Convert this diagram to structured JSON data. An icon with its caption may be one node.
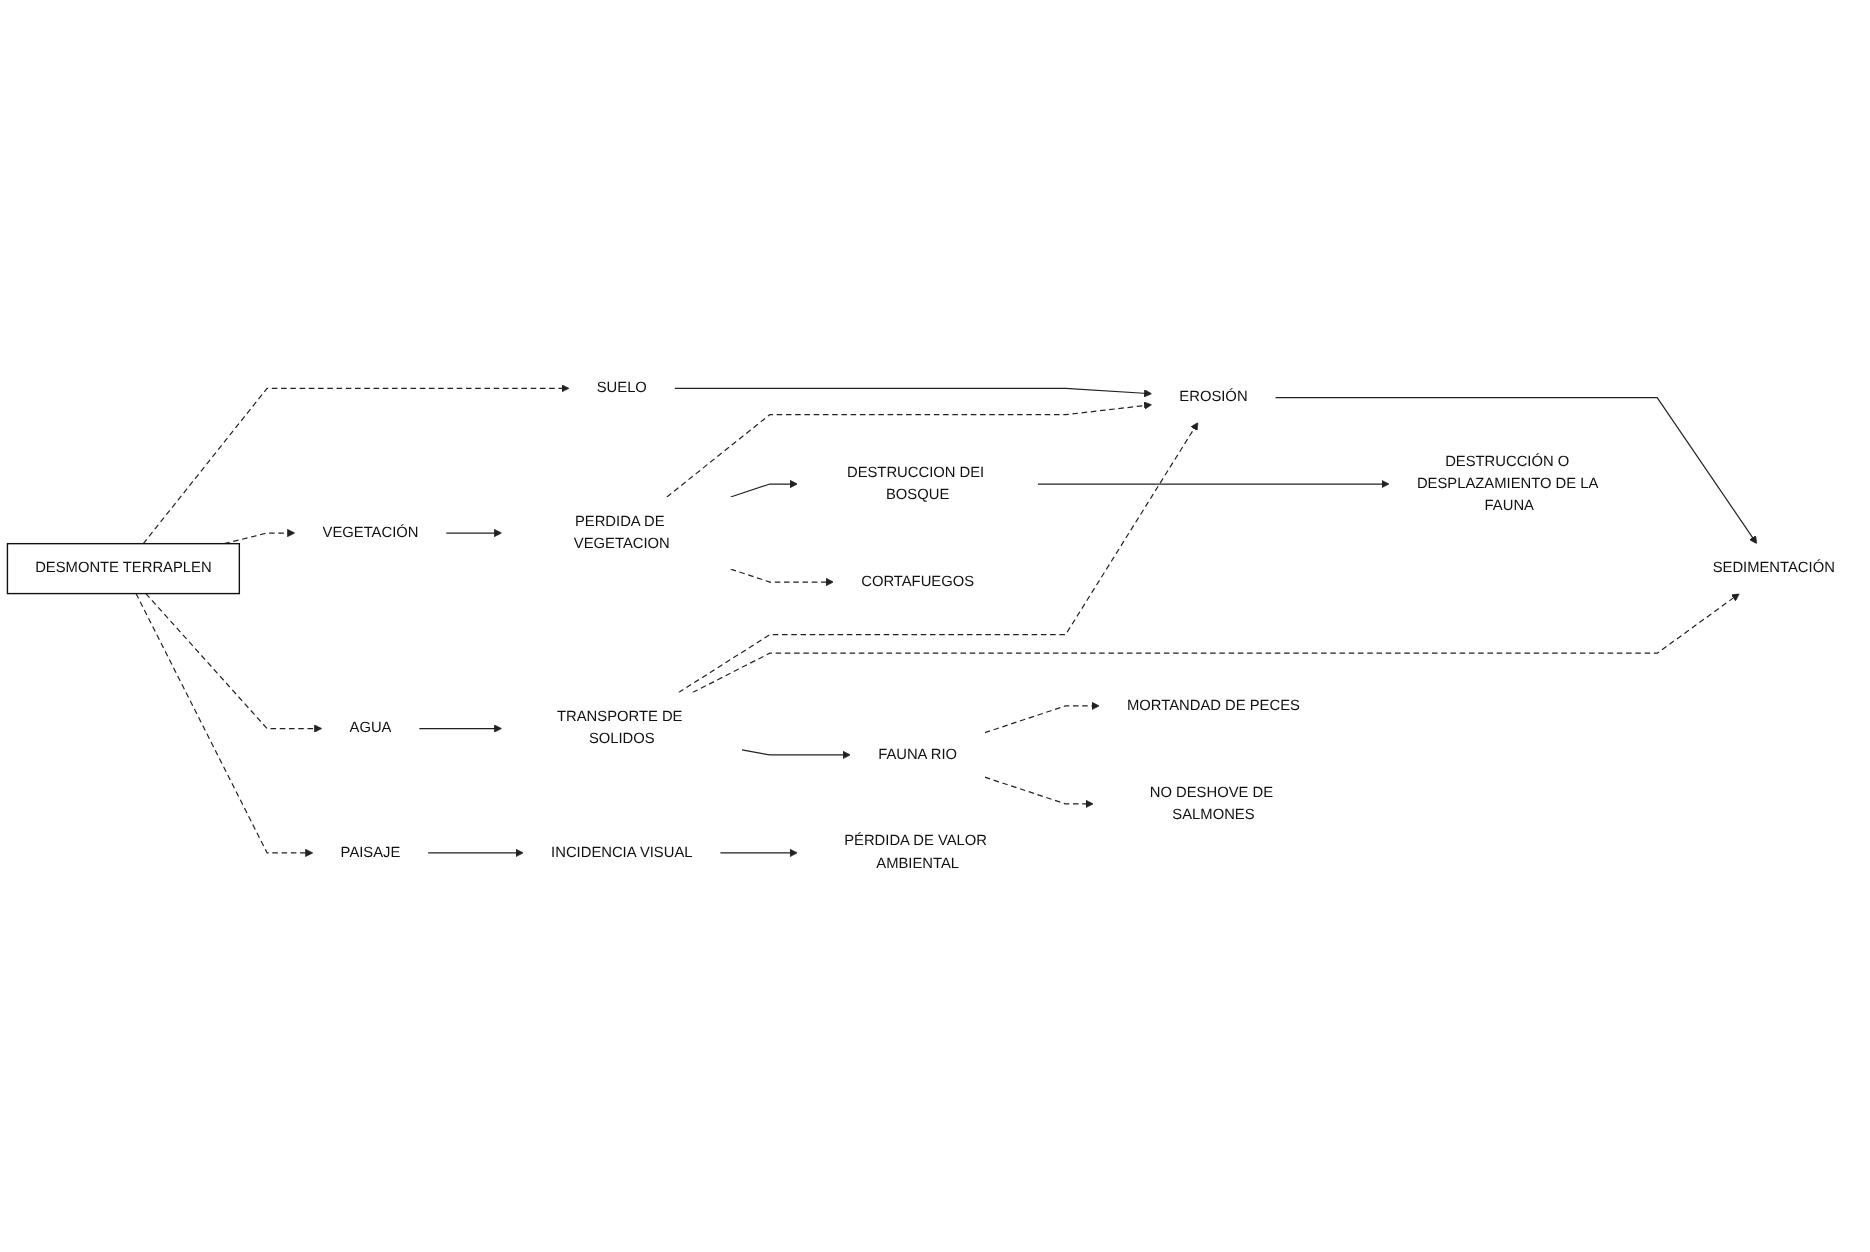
{
  "diagram": {
    "nodes": [
      {
        "text": [
          "DESMONTE TERRAPLEN"
        ]
      },
      {
        "text": [
          "SUELO"
        ]
      },
      {
        "text": [
          "EROSIÓN"
        ]
      },
      {
        "text": [
          "SEDIMENTACIÓN"
        ]
      },
      {
        "text": [
          "VEGETACIÓN"
        ]
      },
      {
        "text": [
          "PERDIDA DE VEGETACION"
        ]
      },
      {
        "text": [
          "DESTRUCCION DEI BOSQUE"
        ]
      },
      {
        "text": [
          "DESTRUCCIÓN O DESPLAZAMIENTO DE LA FAUNA"
        ]
      },
      {
        "text": [
          "CORTAFUEGOS"
        ]
      },
      {
        "text": [
          "AGUA"
        ]
      },
      {
        "text": [
          "TRANSPORTE DE SOLIDOS"
        ]
      },
      {
        "text": [
          "FAUNA RIO"
        ]
      },
      {
        "text": [
          "MORTANDAD DE PECES"
        ]
      },
      {
        "text": [
          "NO DESHOVE DE SALMONES"
        ]
      },
      {
        "text": [
          "PAISAJE"
        ]
      },
      {
        "text": [
          "INCIDENCIA VISUAL"
        ]
      },
      {
        "text": [
          "PÉRDIDA DE VALOR AMBIENTAL"
        ]
      }
    ],
    "edges": [
      {
        "from": 0,
        "to": 1,
        "arrow": "to",
        "style": "dashed"
      },
      {
        "from": 0,
        "to": 4,
        "arrow": "to",
        "style": "dashed"
      },
      {
        "from": 0,
        "to": 9,
        "arrow": "to",
        "style": "dashed"
      },
      {
        "from": 0,
        "to": 14,
        "arrow": "to",
        "style": "dashed"
      },
      {
        "from": 1,
        "to": 2,
        "arrow": "to"
      },
      {
        "from": 2,
        "to": 3,
        "arrow": "to"
      },
      {
        "from": 4,
        "to": 5,
        "arrow": "to"
      },
      {
        "from": 5,
        "to": 2,
        "arrow": "to",
        "style": "dashed"
      },
      {
        "from": 5,
        "to": 6,
        "arrow": "to"
      },
      {
        "from": 5,
        "to": 8,
        "arrow": "to",
        "style": "dashed"
      },
      {
        "from": 6,
        "to": 7,
        "arrow": "to"
      },
      {
        "from": 9,
        "to": 10,
        "arrow": "to"
      },
      {
        "from": 10,
        "to": 2,
        "arrow": "to",
        "style": "dashed"
      },
      {
        "from": 10,
        "to": 3,
        "arrow": "to",
        "style": "dashed"
      },
      {
        "from": 10,
        "to": 11,
        "arrow": "to"
      },
      {
        "from": 11,
        "to": 12,
        "arrow": "to",
        "style": "dashed"
      },
      {
        "from": 11,
        "to": 13,
        "arrow": "to",
        "style": "dashed"
      },
      {
        "from": 14,
        "to": 15,
        "arrow": "to"
      },
      {
        "from": 15,
        "to": 16,
        "arrow": "to"
      }
    ]
  }
}
